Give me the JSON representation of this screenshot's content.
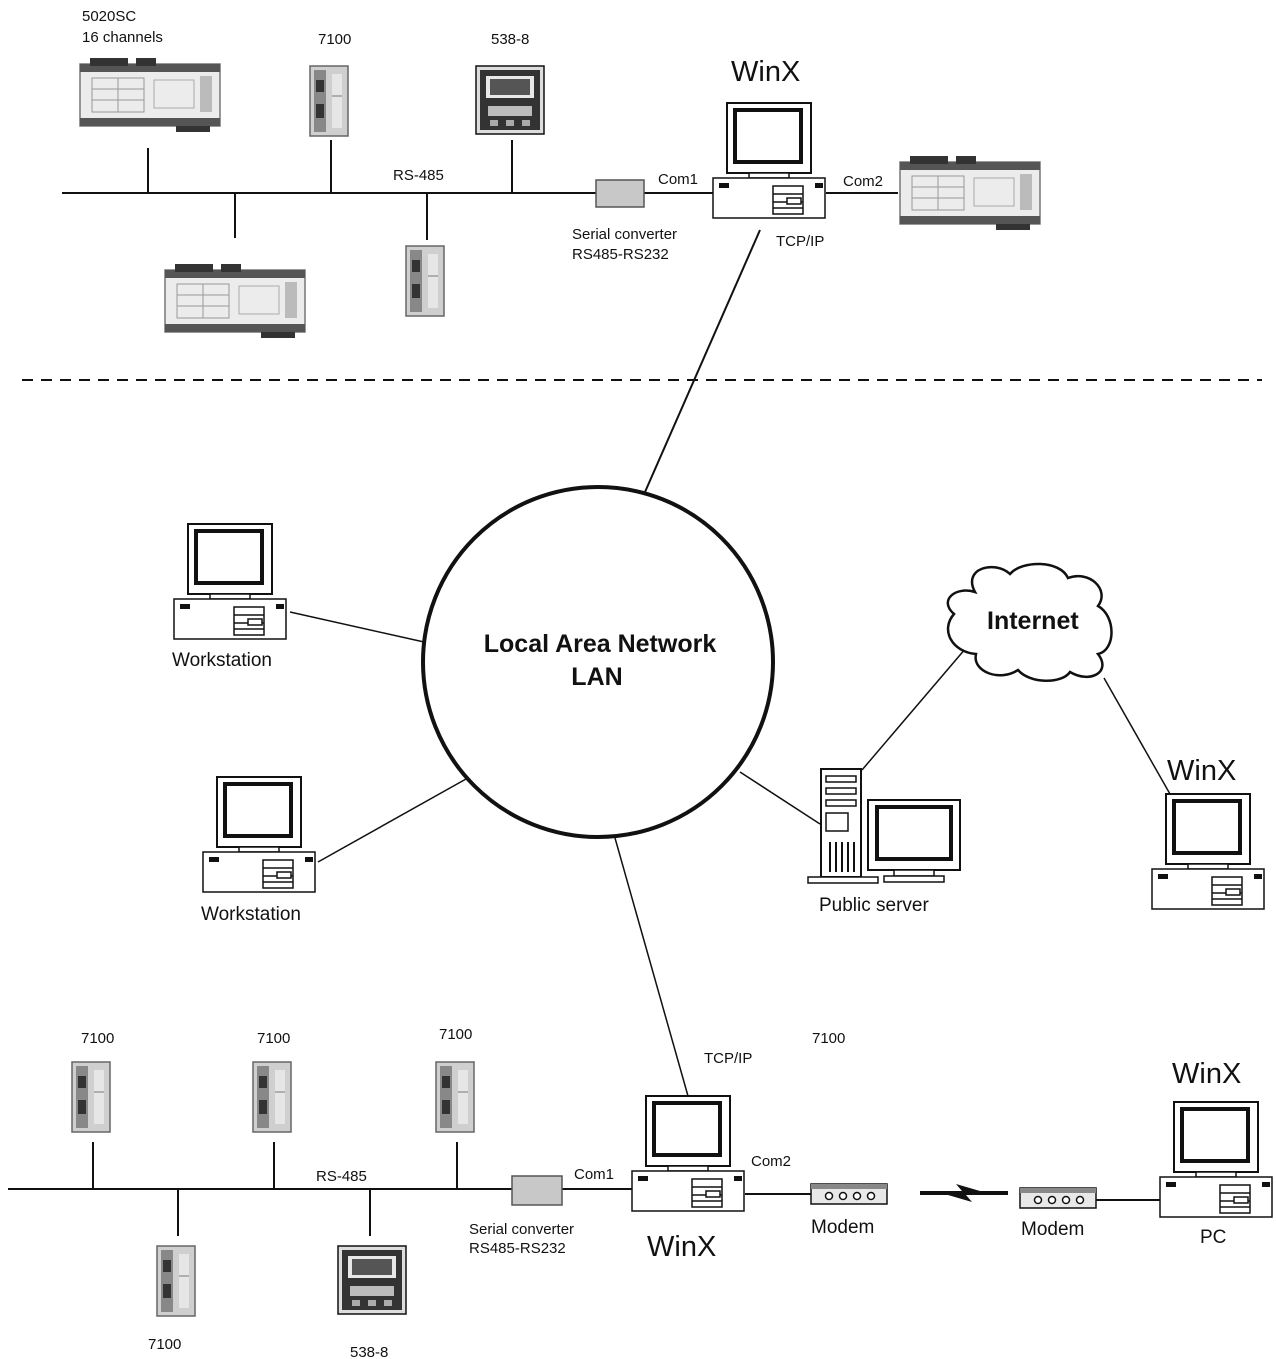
{
  "top": {
    "device_5020_title": "5020SC",
    "device_5020_subtitle": "16 channels",
    "label_7100_a": "7100",
    "label_538_a": "538-8",
    "bus_label": "RS-485",
    "converter_line1": "Serial converter",
    "converter_line2": "RS485-RS232",
    "com1": "Com1",
    "com2": "Com2",
    "tcpip": "TCP/IP",
    "winx": "WinX"
  },
  "lan": {
    "title_line1": "Local Area Network",
    "title_line2": "LAN"
  },
  "left": {
    "workstation_1": "Workstation",
    "workstation_2": "Workstation"
  },
  "right": {
    "internet": "Internet",
    "public_server": "Public server",
    "winx_remote": "WinX"
  },
  "bottom": {
    "label_7100_1": "7100",
    "label_7100_2": "7100",
    "label_7100_3": "7100",
    "label_7100_4": "7100",
    "label_7100_5": "7100",
    "label_538": "538-8",
    "bus_label": "RS-485",
    "converter_line1": "Serial converter",
    "converter_line2": "RS485-RS232",
    "com1": "Com1",
    "com2": "Com2",
    "tcpip": "TCP/IP",
    "winx": "WinX",
    "modem_1": "Modem",
    "modem_2": "Modem",
    "winx_pc": "WinX",
    "pc": "PC"
  }
}
